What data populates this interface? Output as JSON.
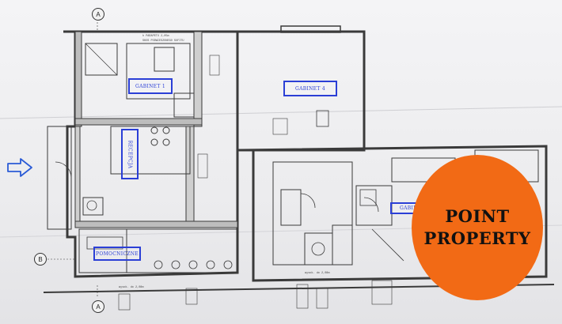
{
  "rooms": {
    "gabinet1": "GABINET 1",
    "gabinet4": "GABINET 4",
    "recepcja": "RECEPCJA",
    "pomocniczne": "POMOCNICZNE",
    "gabinet_partial": "GABIN"
  },
  "axis_markers": {
    "a": "A",
    "b": "B"
  },
  "annotations": {
    "parapet_note_1": "h PARAPETU 2,05m",
    "parapet_note_2": "SKOS PODWIESZONEGO SUFITU",
    "height_note_1": "wysok. do 2,08m",
    "height_note_2": "wysok. do 2,08m"
  },
  "badge": {
    "line1": "POINT",
    "line2": "PROPERTY",
    "color": "#f26a15"
  },
  "colors": {
    "label_border": "#2b3fd6",
    "entrance_arrow": "#2b5bd6",
    "wall": "#3a3a3a"
  },
  "icons": {
    "entrance": "right-arrow-outline-icon",
    "axis": "axis-bubble-icon"
  }
}
